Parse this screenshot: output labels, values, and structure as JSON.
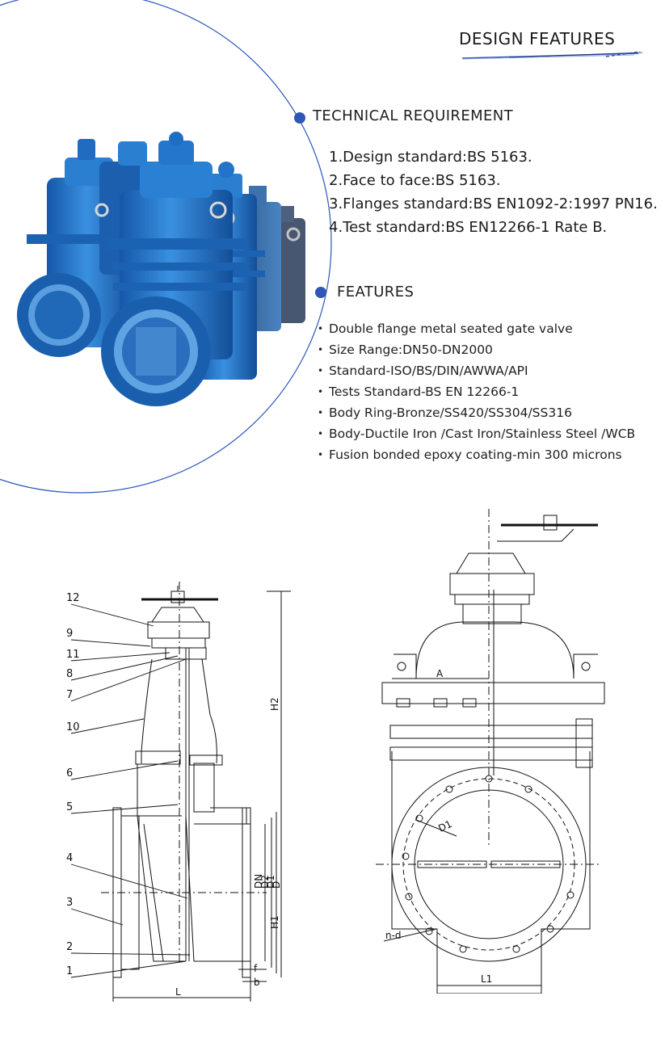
{
  "header": {
    "title": "DESIGN FEATURES"
  },
  "technical_requirement": {
    "title": "TECHNICAL REQUIREMENT",
    "items": [
      "1.Design standard:BS 5163.",
      "2.Face to face:BS 5163.",
      "3.Flanges standard:BS EN1092-2:1997 PN16.",
      "4.Test standard:BS EN12266-1 Rate B."
    ]
  },
  "features": {
    "title": "FEATURES",
    "bullet": "•",
    "items": [
      "Double flange metal seated gate valve",
      "Size Range:DN50-DN2000",
      "Standard-ISO/BS/DIN/AWWA/API",
      "Tests Standard-BS EN 12266-1",
      "Body Ring-Bronze/SS420/SS304/SS316",
      "Body-Ductile Iron /Cast Iron/Stainless Steel /WCB",
      "Fusion bonded epoxy coating-min 300 microns"
    ]
  },
  "drawing_left": {
    "callouts": [
      "12",
      "9",
      "11",
      "8",
      "7",
      "10",
      "6",
      "5",
      "4",
      "3",
      "2",
      "1"
    ],
    "dims": {
      "h2": "H2",
      "h1": "H1",
      "dn": "DN",
      "d2": "D2",
      "d1": "D1",
      "d": "D",
      "f": "f",
      "b": "b",
      "l": "L"
    }
  },
  "drawing_right": {
    "dims": {
      "a": "A",
      "d1": "D1",
      "nd": "n-d",
      "l1": "L1"
    }
  },
  "colors": {
    "accent": "#2f57b8",
    "arc": "#2f57b8",
    "valve_blue": "#1f6fc4",
    "valve_light": "#3c8fdc",
    "line": "#111111"
  },
  "icons": {
    "section_marker": "blue-dot-icon",
    "header_rule": "decorative-rule-icon"
  }
}
